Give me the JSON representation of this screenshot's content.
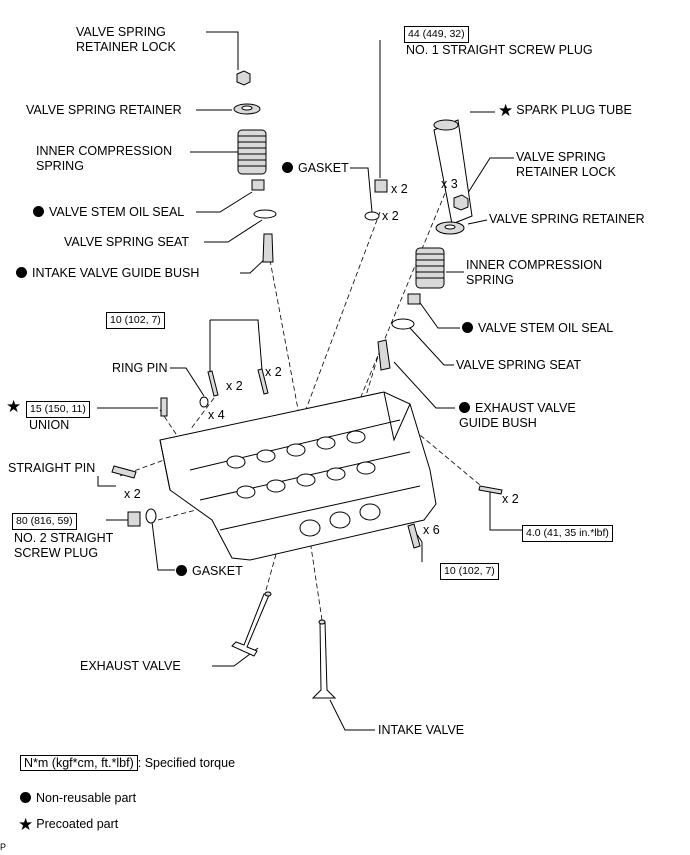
{
  "labels": {
    "retainer_lock_left": "VALVE SPRING RETAINER LOCK",
    "retainer_left": "VALVE SPRING RETAINER",
    "inner_spring_left": "INNER COMPRESSION SPRING",
    "stem_seal_left": "VALVE STEM OIL SEAL",
    "spring_seat_left": "VALVE SPRING SEAT",
    "intake_bush": "INTAKE VALVE GUIDE BUSH",
    "ring_pin": "RING PIN",
    "union": "UNION",
    "straight_pin": "STRAIGHT PIN",
    "no2_plug": "NO. 2 STRAIGHT SCREW PLUG",
    "gasket_lower": "GASKET",
    "exhaust_valve": "EXHAUST VALVE",
    "intake_valve": "INTAKE VALVE",
    "gasket_upper": "GASKET",
    "no1_plug": "NO. 1 STRAIGHT SCREW PLUG",
    "spark_tube": "SPARK PLUG TUBE",
    "retainer_lock_right": "VALVE SPRING RETAINER LOCK",
    "retainer_right": "VALVE SPRING RETAINER",
    "inner_spring_right": "INNER COMPRESSION SPRING",
    "stem_seal_right": "VALVE STEM OIL SEAL",
    "spring_seat_right": "VALVE SPRING SEAT",
    "exhaust_bush": "EXHAUST VALVE GUIDE BUSH"
  },
  "torques": {
    "no1_plug": "44 (449, 32)",
    "stud_top": "10 (102, 7)",
    "union": "15 (150, 11)",
    "no2_plug": "80 (816, 59)",
    "stud_right": "4.0 (41, 35 in.*lbf)",
    "stud_bottom": "10 (102, 7)"
  },
  "quantities": {
    "no1_plug": "x 2",
    "gasket_upper": "x 2",
    "spark_tube": "x 3",
    "stud_a": "x 2",
    "stud_b": "x 2",
    "ring_pin": "x 4",
    "straight_pin": "x 2",
    "stud_right": "x 2",
    "stud_bottom": "x 6"
  },
  "legend": {
    "torque_box": "N*m (kgf*cm, ft.*lbf)",
    "torque_text": ": Specified torque",
    "non_reusable": "Non-reusable part",
    "precoated": "Precoated part"
  },
  "corner_mark": "P",
  "symbols": {
    "dot": "black-circle",
    "star": "black-star"
  }
}
